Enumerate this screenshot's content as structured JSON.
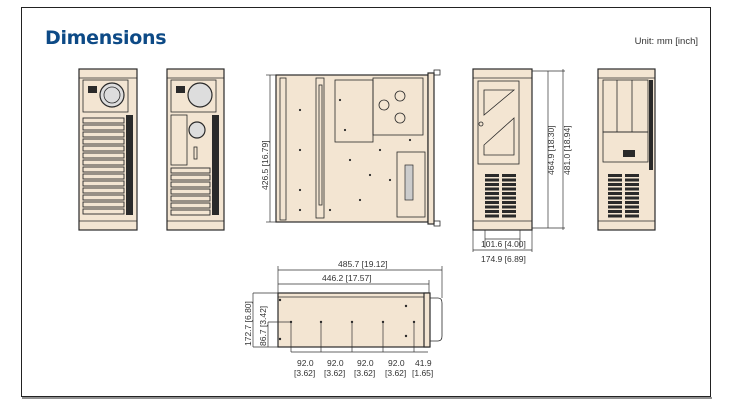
{
  "title": "Dimensions",
  "unit_label": "Unit: mm [inch]",
  "colors": {
    "title": "#0d4a86",
    "chassis_fill": "#f3e5d2",
    "line": "#2a2a2a"
  },
  "dimensions": {
    "top_view_depth": "426.5 [16.79]",
    "front_height_inner": "464.9 [18.30]",
    "front_height_outer": "481.0 [18.94]",
    "front_width_inner": "101.6 [4.00]",
    "front_width_outer": "174.9 [6.89]",
    "side_length_total": "485.7 [19.12]",
    "side_length_body": "446.2 [17.57]",
    "side_height_total": "172.7 [6.80]",
    "side_height_half": "86.7 [3.42]",
    "spacing": [
      {
        "mm": "92.0",
        "inch": "[3.62]"
      },
      {
        "mm": "92.0",
        "inch": "[3.62]"
      },
      {
        "mm": "92.0",
        "inch": "[3.62]"
      },
      {
        "mm": "92.0",
        "inch": "[3.62]"
      },
      {
        "mm": "41.9",
        "inch": "[1.65]"
      }
    ]
  }
}
